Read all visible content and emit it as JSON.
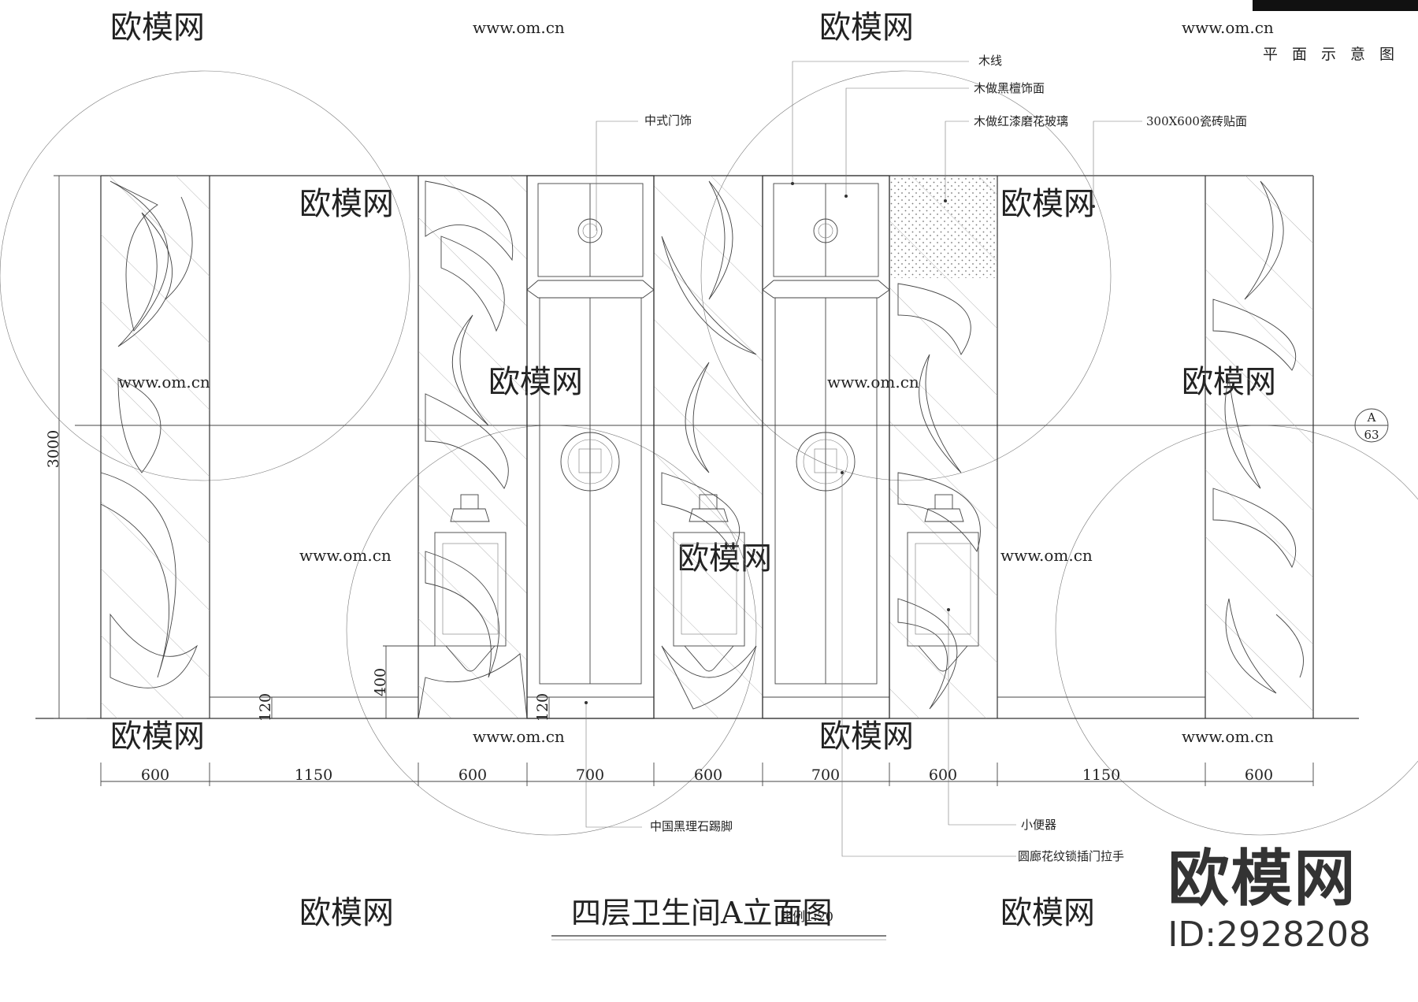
{
  "header": {
    "plan_label": "平面示意图"
  },
  "title": {
    "main": "四层卫生间A立面图",
    "scale": "比例1:20"
  },
  "dimensions": {
    "height_total": "3000",
    "urinal_height": "400",
    "skirting_a": "120",
    "skirting_b": "120",
    "widths": [
      "600",
      "1150",
      "600",
      "700",
      "600",
      "700",
      "600",
      "1150",
      "600"
    ]
  },
  "section_marker": {
    "letter": "A",
    "number": "63"
  },
  "annotations": {
    "wood_line": "木线",
    "black_sandalwood": "木做黑檀饰面",
    "red_glass": "木做红漆磨花玻璃",
    "tile": "300X600瓷砖贴面",
    "door_ornament": "中式门饰",
    "marble_skirting": "中国黑理石踢脚",
    "urinal": "小便器",
    "door_handle": "圆廊花纹锁插门拉手"
  },
  "watermark": {
    "brand": "欧模网",
    "url": "www.om.cn",
    "id": "ID:2928208"
  }
}
